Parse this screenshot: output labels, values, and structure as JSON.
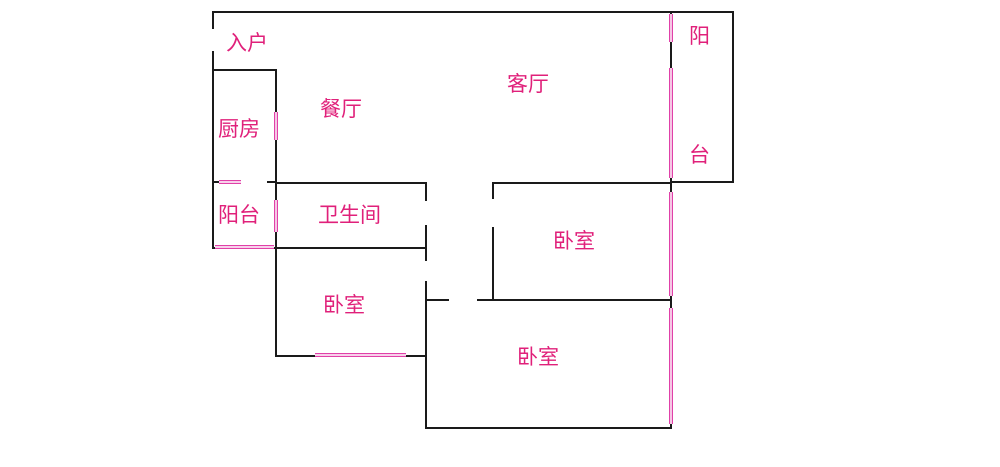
{
  "colors": {
    "wall": "#1a1a1a",
    "window": "#e040a8",
    "label": "#e0207a",
    "background": "#ffffff"
  },
  "labels": {
    "entrance": "入户",
    "kitchen": "厨房",
    "dining": "餐厅",
    "living": "客厅",
    "balcony_east_top": "阳",
    "balcony_east_bottom": "台",
    "balcony_small": "阳台",
    "bathroom": "卫生间",
    "bedroom_right": "卧室",
    "bedroom_left": "卧室",
    "bedroom_bottom": "卧室"
  }
}
